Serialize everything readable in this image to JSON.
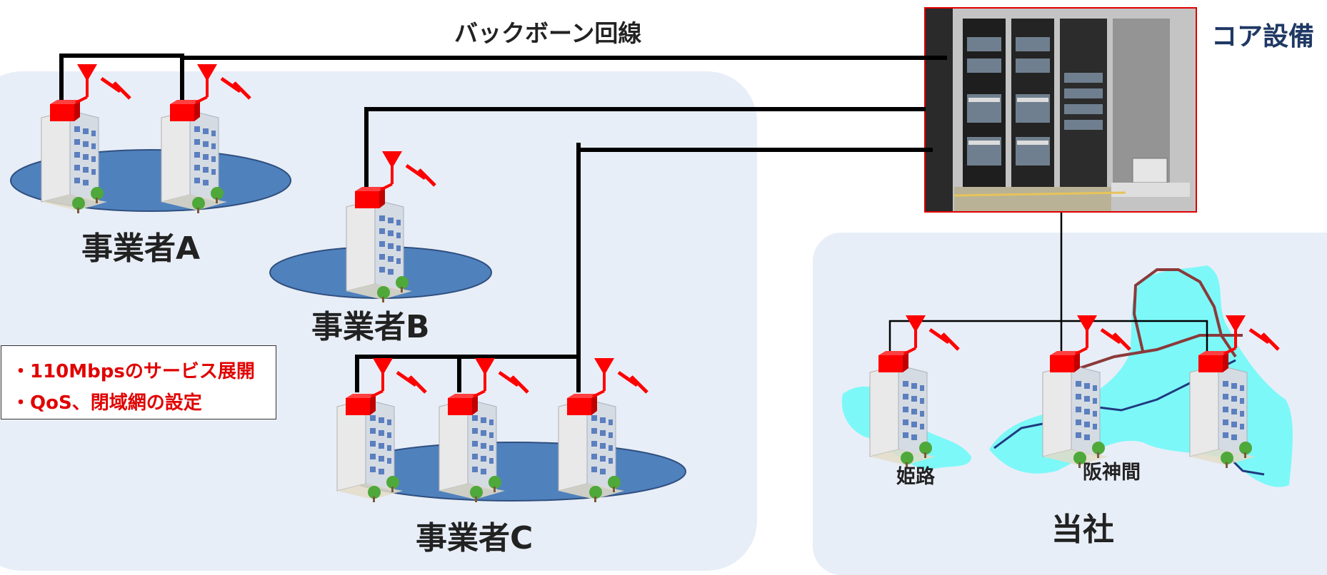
{
  "diagram": {
    "backbone_label": "バックボーン回線",
    "core_label": "コア設備",
    "operators": {
      "a": "事業者A",
      "b": "事業者B",
      "c": "事業者C"
    },
    "company": {
      "label": "当社",
      "areas": {
        "himeji": "姫路",
        "hanshin": "阪神間"
      }
    },
    "notes": [
      "・110Mbpsのサービス展開",
      "・QoS、閉域網の設定"
    ],
    "colors": {
      "panel": "#e8eef7",
      "base_ellipse": "#4f81bd",
      "base_station": "#ff0000",
      "note_text": "#e00000",
      "core_title": "#1f3864",
      "map_area": "#7df8f8"
    }
  }
}
